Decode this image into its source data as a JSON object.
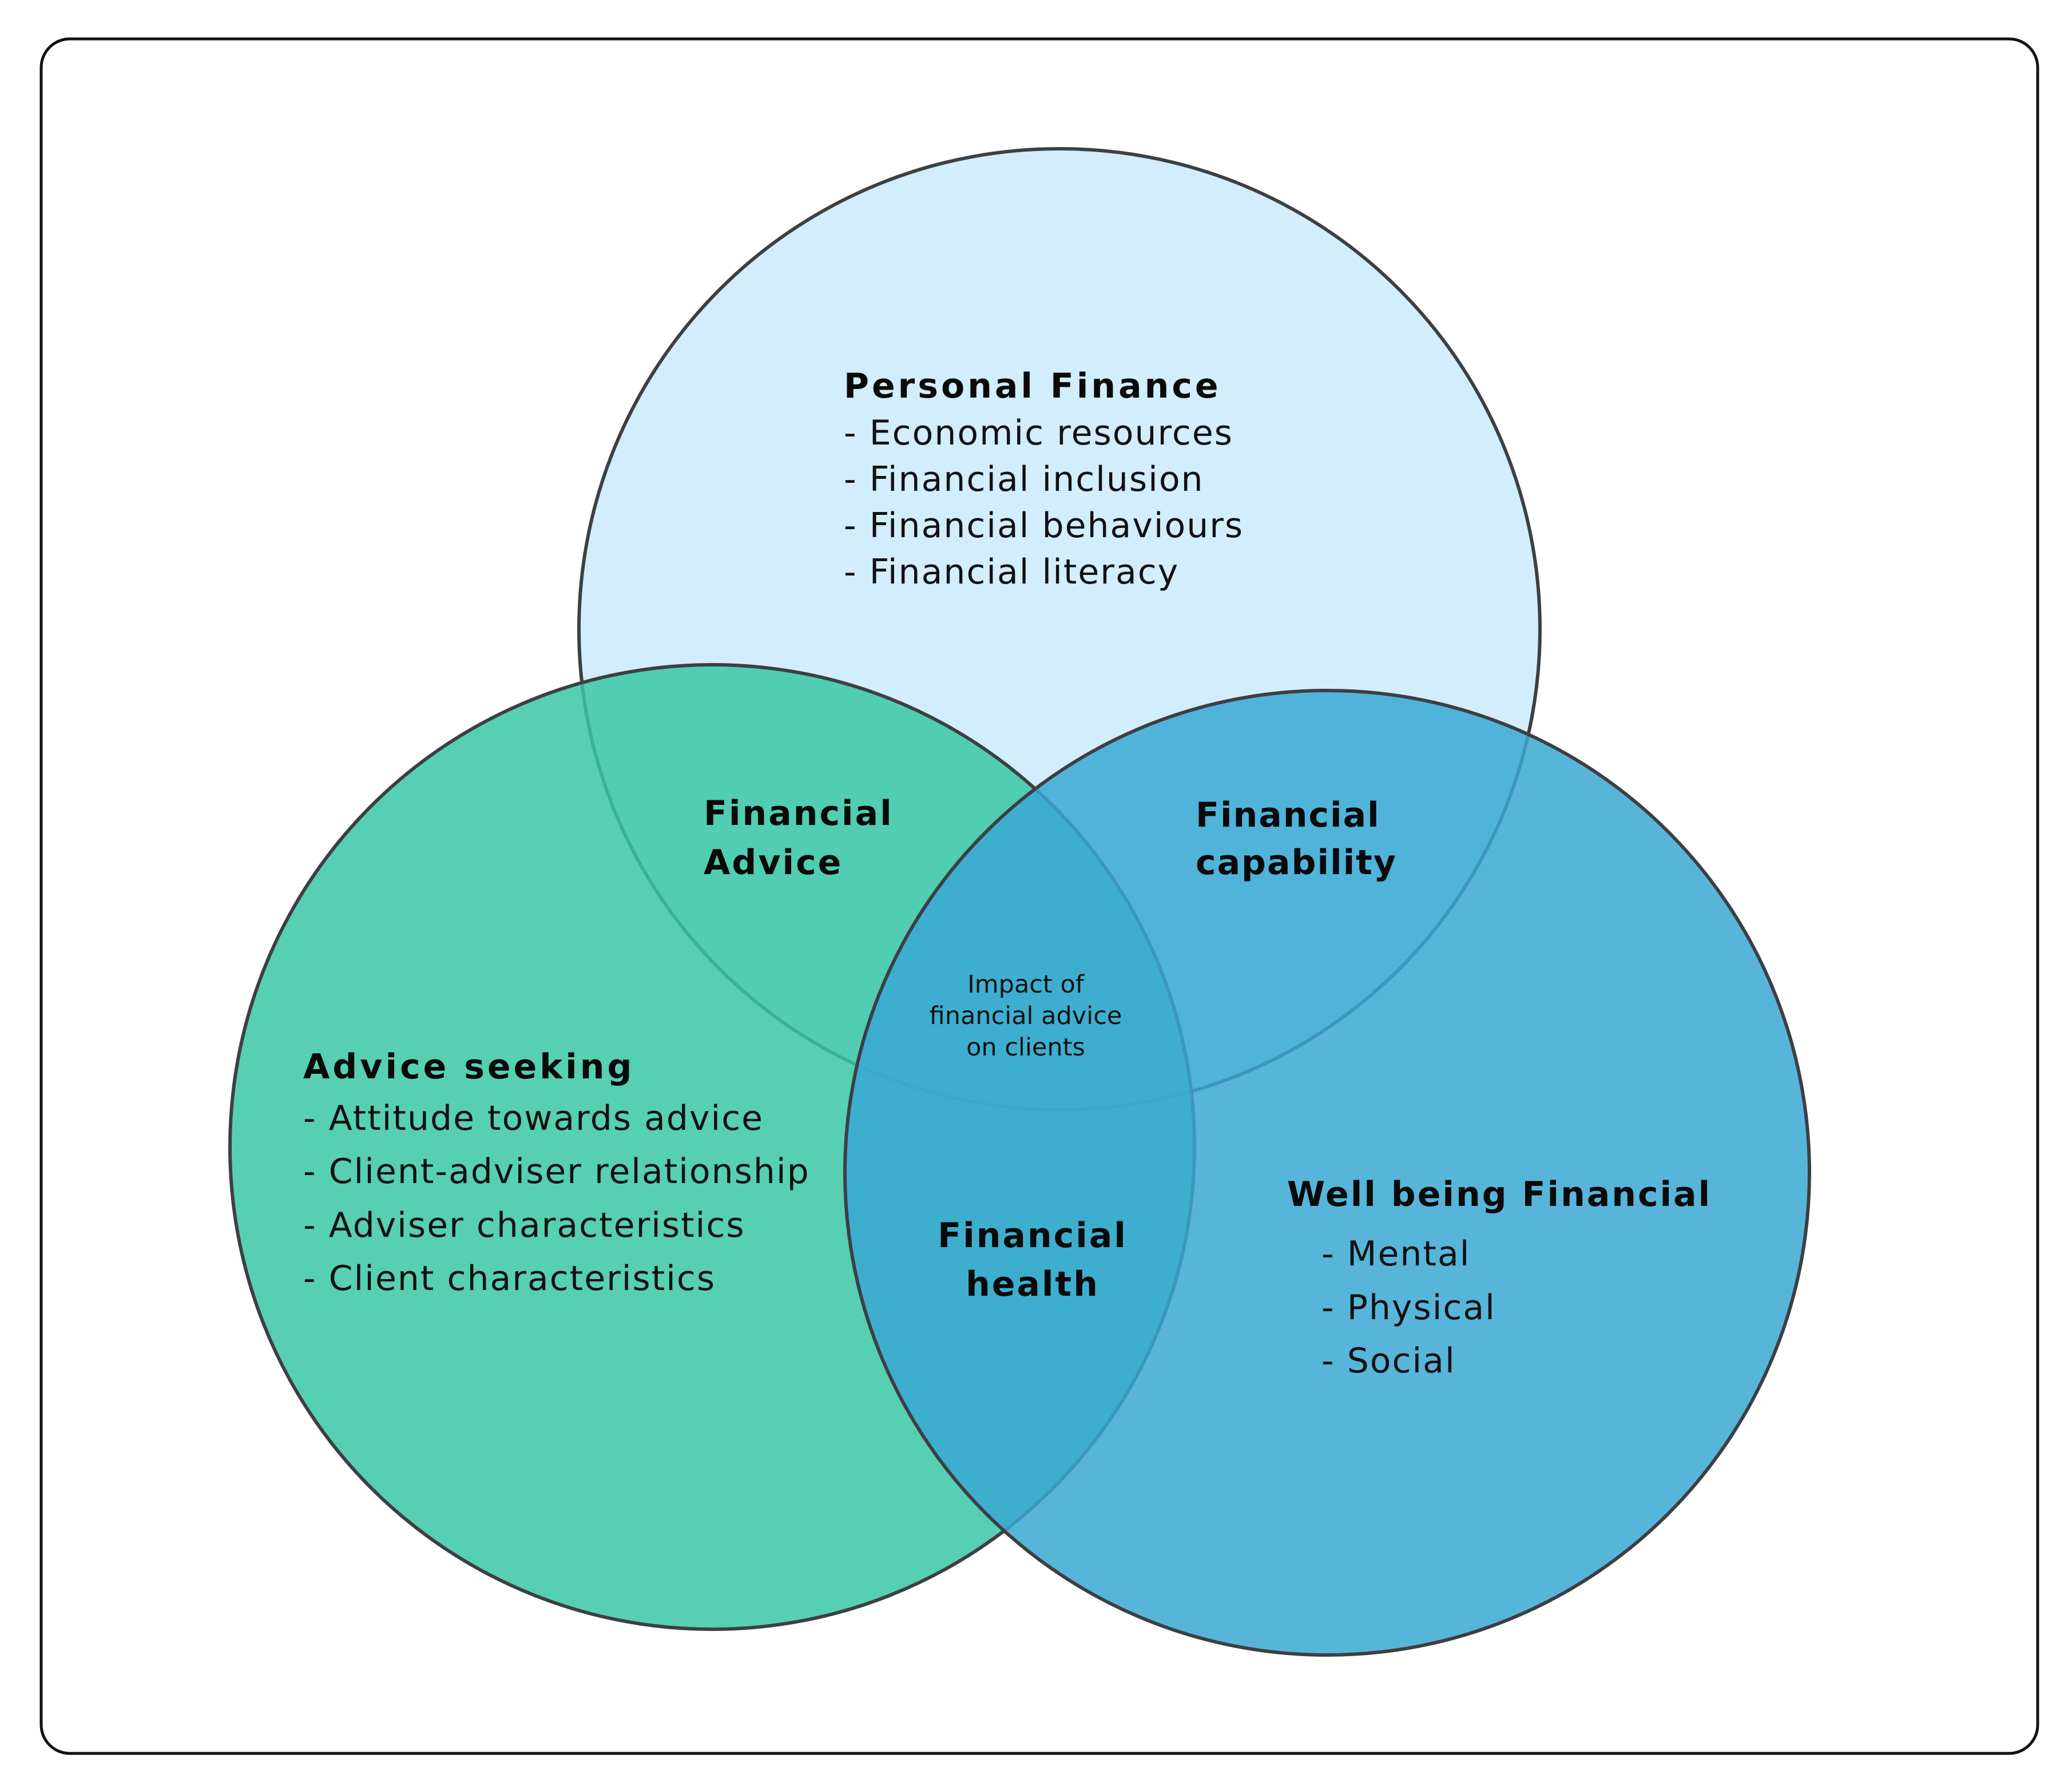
{
  "colors": {
    "frame_stroke": "#111111",
    "circle_stroke": "#3d3f42",
    "personal_finance_fill": "#bfe5fb",
    "advice_seeking_fill": "#39c7a6",
    "wellbeing_fill": "#3aa8d4",
    "text": "#0a0a0a"
  },
  "circles": {
    "personal_finance": {
      "title": "Personal Finance",
      "items": [
        "- Economic resources",
        "-  Financial inclusion",
        "-  Financial behaviours",
        "- Financial literacy"
      ]
    },
    "advice_seeking": {
      "title": "Advice seeking",
      "items": [
        "- Attitude towards advice",
        "- Client-adviser relationship",
        "- Adviser characteristics",
        "- Client characteristics"
      ]
    },
    "wellbeing": {
      "title": "Well being Financial",
      "items": [
        "- Mental",
        "- Physical",
        "- Social"
      ]
    }
  },
  "overlaps": {
    "advice": [
      "Financial",
      "Advice"
    ],
    "capability": [
      "Financial",
      "capability"
    ],
    "health": [
      "Financial",
      "health"
    ],
    "center": [
      "Impact of",
      "financial advice",
      "on clients"
    ]
  }
}
